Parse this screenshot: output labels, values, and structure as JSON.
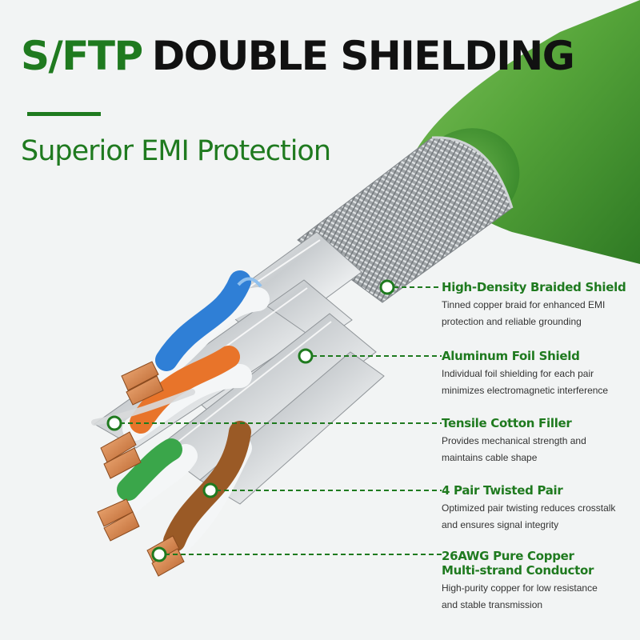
{
  "header": {
    "accent": "S/FTP",
    "main": "DOUBLE SHIELDING",
    "subtitle": "Superior EMI Protection"
  },
  "callouts": [
    {
      "title": "High-Density Braided Shield",
      "desc_lines": [
        "Tinned copper braid for enhanced EMI",
        "protection and reliable grounding"
      ]
    },
    {
      "title": "Aluminum Foil Shield",
      "desc_lines": [
        "Individual foil shielding for each pair",
        "minimizes electromagnetic interference"
      ]
    },
    {
      "title": "Tensile Cotton Filler",
      "desc_lines": [
        "Provides mechanical strength and",
        "maintains cable shape"
      ]
    },
    {
      "title": "4 Pair Twisted Pair",
      "desc_lines": [
        "Optimized pair twisting reduces crosstalk",
        "and ensures signal integrity"
      ]
    },
    {
      "title_lines": [
        "26AWG Pure Copper",
        "Multi-strand Conductor"
      ],
      "desc_lines": [
        "High-purity copper for low resistance",
        "and stable transmission"
      ]
    }
  ],
  "colors": {
    "brand_green": "#1f7a1f",
    "jacket_green": "#5aa83a",
    "title_black": "#111111",
    "pair_blue": "#2f7fd6",
    "pair_orange": "#e8742a",
    "pair_green": "#3aa64a",
    "pair_brown": "#9a5a26",
    "copper": "#d98a4e"
  },
  "icons": [
    "callout-dot-icon"
  ]
}
